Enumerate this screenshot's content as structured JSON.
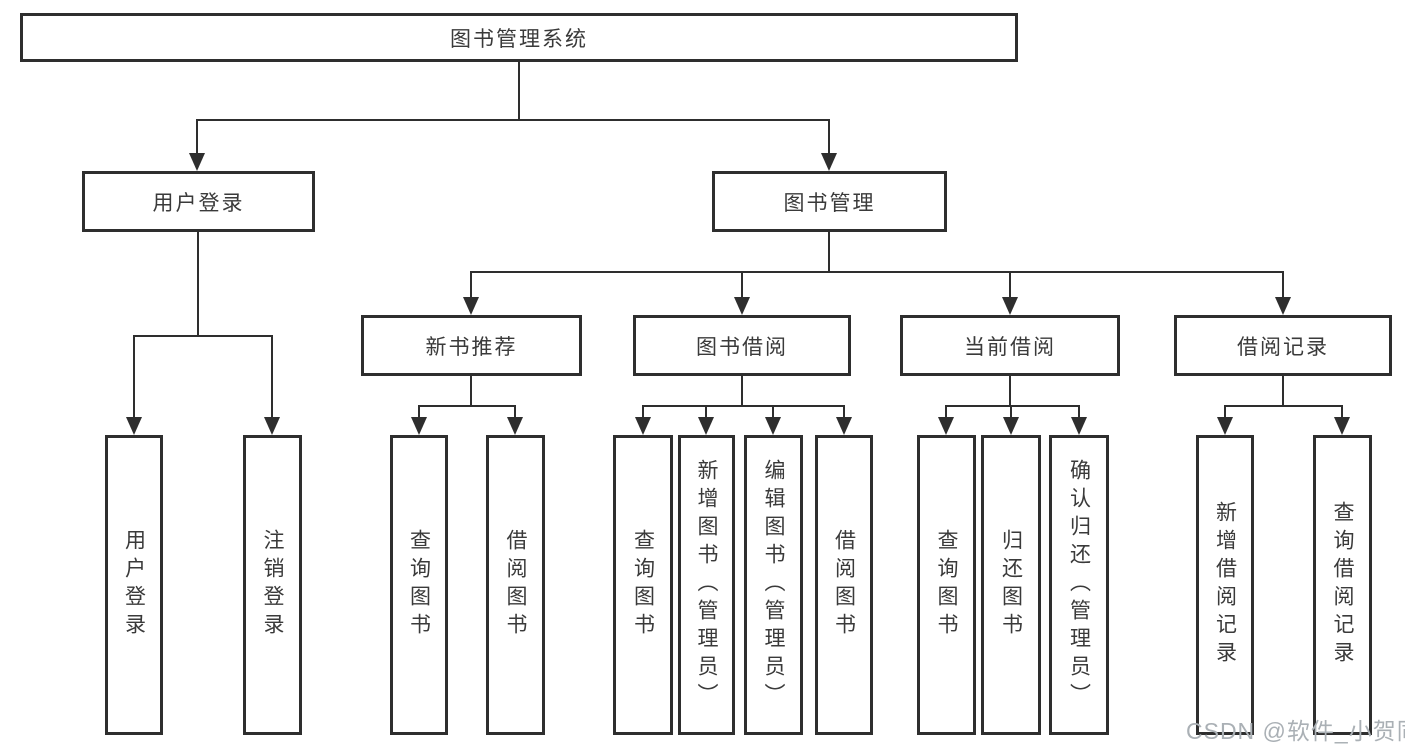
{
  "nodes": {
    "root": "图书管理系统",
    "user_login": "用户登录",
    "book_mgmt": "图书管理",
    "new_books": "新书推荐",
    "book_borrow": "图书借阅",
    "current_borrow": "当前借阅",
    "borrow_records": "借阅记录",
    "ul_leaves": [
      "用户登录",
      "注销登录"
    ],
    "nb_leaves": [
      "查询图书",
      "借阅图书"
    ],
    "bb_leaves": [
      "查询图书",
      "新增图书（管理员）",
      "编辑图书（管理员）",
      "借阅图书"
    ],
    "cb_leaves": [
      "查询图书",
      "归还图书",
      "确认归还（管理员）"
    ],
    "br_leaves": [
      "新增借阅记录",
      "查询借阅记录"
    ]
  },
  "watermark": "CSDN @软件_小贺同学",
  "colors": {
    "line": "#2e2e2e",
    "text": "#3a3a3a",
    "watermark": "#aab0b5",
    "background": "#ffffff"
  }
}
